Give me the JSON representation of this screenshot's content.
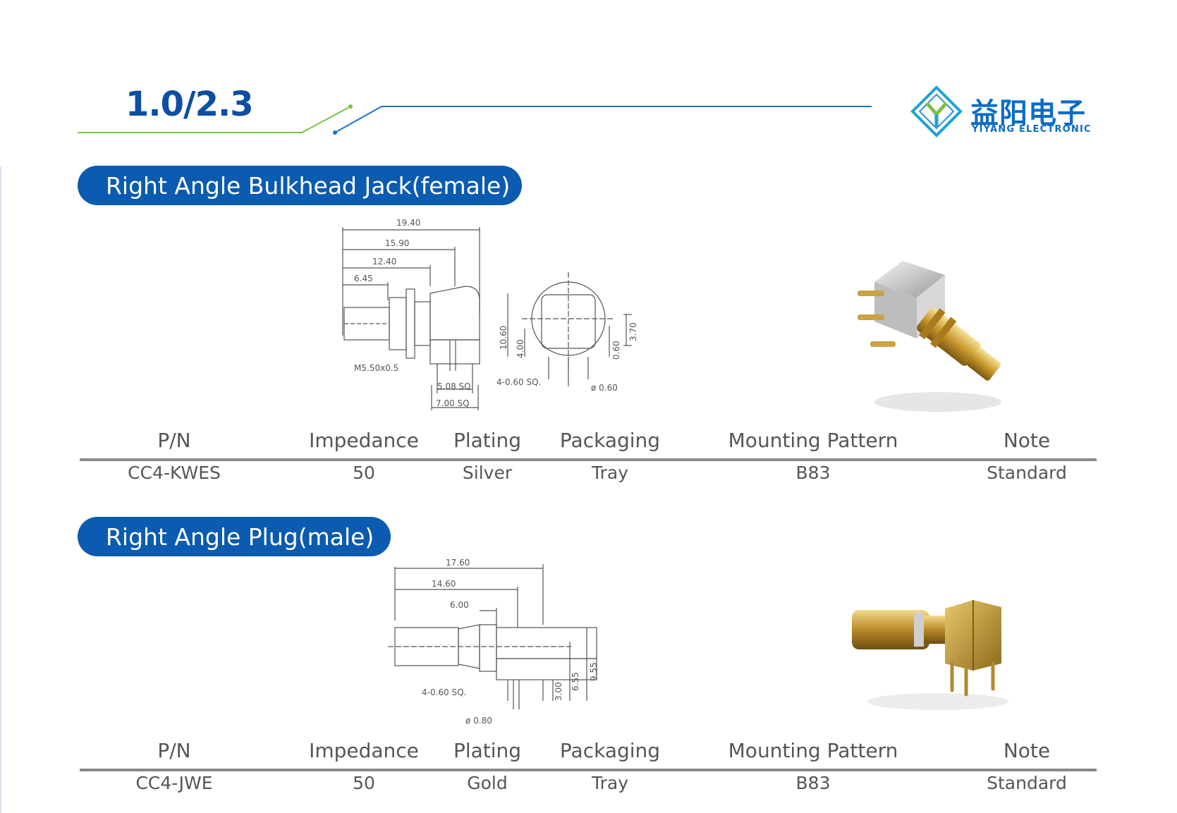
{
  "header": {
    "series": "1.0/2.3",
    "logo_cn": "益阳电子",
    "logo_en": "YIYANG ELECTRONIC",
    "colors": {
      "brand_blue": "#0b5bb0",
      "accent_green": "#7ac143",
      "line_blue": "#1f73c6"
    }
  },
  "sections": [
    {
      "title": "Right Angle Bulkhead Jack(female)",
      "drawing": {
        "dims": {
          "d1": "19.40",
          "d2": "15.90",
          "d3": "12.40",
          "d4": "6.45",
          "thread": "M5.50x0.5",
          "sq1": "5.08 SQ",
          "sq2": "7.00 SQ",
          "h1": "10.60",
          "h2": "4.00",
          "pin_sq": "4-0.60 SQ.",
          "pin_dia": "ø 0.60",
          "h3": "0.60",
          "h4": "3.70"
        }
      },
      "table": {
        "headers": [
          "P/N",
          "Impedance",
          "Plating",
          "Packaging",
          "Mounting Pattern",
          "Note"
        ],
        "row": [
          "CC4-KWES",
          "50",
          "Silver",
          "Tray",
          "B83",
          "Standard"
        ]
      }
    },
    {
      "title": "Right Angle Plug(male)",
      "drawing": {
        "dims": {
          "d1": "17.60",
          "d2": "14.60",
          "d3": "6.00",
          "pin_sq": "4-0.60 SQ.",
          "pin_dia": "ø 0.80",
          "h1": "3.00",
          "h2": "6.55",
          "h3": "9.55"
        }
      },
      "table": {
        "headers": [
          "P/N",
          "Impedance",
          "Plating",
          "Packaging",
          "Mounting Pattern",
          "Note"
        ],
        "row": [
          "CC4-JWE",
          "50",
          "Gold",
          "Tray",
          "B83",
          "Standard"
        ]
      }
    }
  ]
}
